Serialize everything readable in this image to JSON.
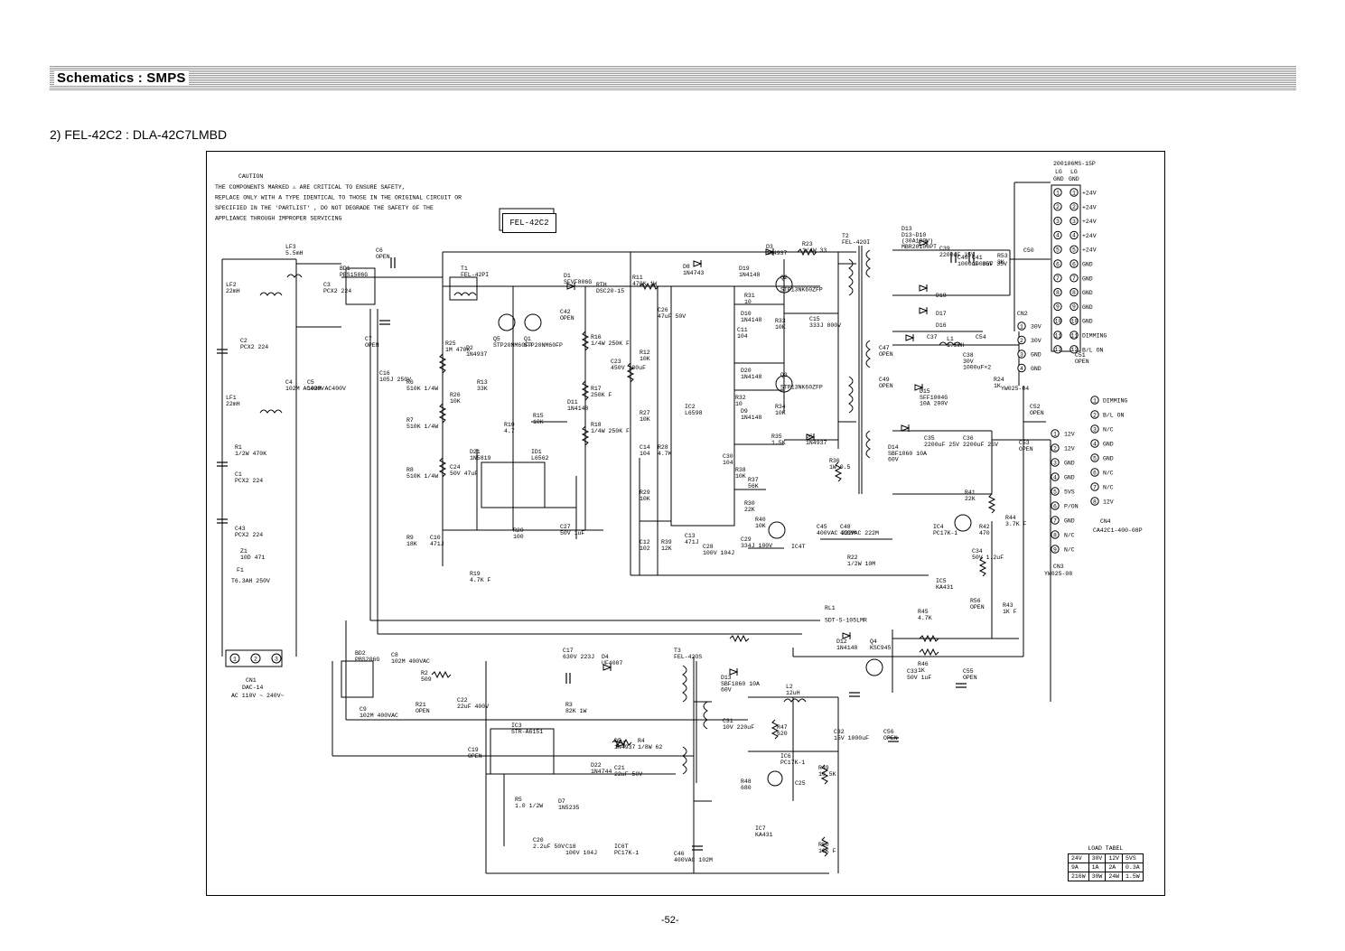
{
  "header": {
    "title": "Schematics : SMPS"
  },
  "subtitle": "2) FEL-42C2 : DLA-42C7LMBD",
  "page_number": "-52-",
  "caution": {
    "heading": "CAUTION",
    "lines": [
      "THE COMPONENTS MARKED ⚠ ARE CRITICAL TO ENSURE SAFETY,",
      "REPLACE ONLY WITH A TYPE IDENTICAL TO THOSE IN THE ORIGINAL CIRCUIT OR",
      "SPECIFIED IN THE 'PARTLIST' , DO NOT DEGRADE THE SAFETY OF THE",
      "APPLIANCE THROUGH IMPROPER SERVICING"
    ]
  },
  "model_box": "FEL-42C2",
  "input": {
    "connector": "CN1",
    "connector_part": "DAC-14",
    "voltage": "AC 110V ~ 240V~",
    "fuse": "F1",
    "fuse_rating": "T6.3AH 250V"
  },
  "components": [
    {
      "ref": "LF2",
      "value": "22mH"
    },
    {
      "ref": "LF1",
      "value": "22mH"
    },
    {
      "ref": "LF3",
      "value": "5.5mH"
    },
    {
      "ref": "C2",
      "value": "PCX2 224"
    },
    {
      "ref": "C1",
      "value": "PCX2 224"
    },
    {
      "ref": "C43",
      "value": "PCX2 224"
    },
    {
      "ref": "C4",
      "value": "102M AC400V"
    },
    {
      "ref": "C5",
      "value": "102M AC400V"
    },
    {
      "ref": "R1",
      "value": "1/2W 470K"
    },
    {
      "ref": "Z1",
      "value": "10D 471"
    },
    {
      "ref": "BD1",
      "value": "PBS1506G"
    },
    {
      "ref": "C6",
      "value": "OPEN"
    },
    {
      "ref": "C7",
      "value": "OPEN"
    },
    {
      "ref": "C3",
      "value": "PCX2 224"
    },
    {
      "ref": "T1",
      "value": "FEL-42PI"
    },
    {
      "ref": "Q5",
      "value": "STP20NM60FP"
    },
    {
      "ref": "Q1",
      "value": "STP20NM60FP"
    },
    {
      "ref": "D1",
      "value": "SFVF806G"
    },
    {
      "ref": "RTH",
      "value": "DSC20-15"
    },
    {
      "ref": "R11",
      "value": "470K 1W"
    },
    {
      "ref": "C42",
      "value": "OPEN"
    },
    {
      "ref": "R25",
      "value": "1M 470K"
    },
    {
      "ref": "D2",
      "value": "1N4937"
    },
    {
      "ref": "R6",
      "value": "510K 1/4W"
    },
    {
      "ref": "R7",
      "value": "510K 1/4W"
    },
    {
      "ref": "R8",
      "value": "510K 1/4W"
    },
    {
      "ref": "R9",
      "value": "18K"
    },
    {
      "ref": "C16",
      "value": "105J 250V"
    },
    {
      "ref": "C10",
      "value": "471J"
    },
    {
      "ref": "R19",
      "value": "4.7K F"
    },
    {
      "ref": "R13",
      "value": "33K"
    },
    {
      "ref": "R26",
      "value": "10K"
    },
    {
      "ref": "R10",
      "value": "4.7"
    },
    {
      "ref": "R15",
      "value": "10K"
    },
    {
      "ref": "ID1",
      "value": "L6562"
    },
    {
      "ref": "D21",
      "value": "1N5819"
    },
    {
      "ref": "C24",
      "value": "50V 47uF"
    },
    {
      "ref": "R20",
      "value": "100"
    },
    {
      "ref": "C27",
      "value": "50V 1uF"
    },
    {
      "ref": "R16",
      "value": "1/4W 250K F"
    },
    {
      "ref": "R17",
      "value": "250K F"
    },
    {
      "ref": "R18",
      "value": "1/4W 250K F"
    },
    {
      "ref": "D11",
      "value": "1N4148"
    },
    {
      "ref": "C23",
      "value": "450V 180uF"
    },
    {
      "ref": "R12",
      "value": "10K"
    },
    {
      "ref": "C26",
      "value": "47uF 50V"
    },
    {
      "ref": "D8",
      "value": "1N4743"
    },
    {
      "ref": "IC2",
      "value": "L6598"
    },
    {
      "ref": "D19",
      "value": "1N4148"
    },
    {
      "ref": "R31",
      "value": "10"
    },
    {
      "ref": "D10",
      "value": "1N4148"
    },
    {
      "ref": "D3",
      "value": "1N4937"
    },
    {
      "ref": "R23",
      "value": "1/4W 33"
    },
    {
      "ref": "Q2",
      "value": "STP13NK60ZFP"
    },
    {
      "ref": "Q3",
      "value": "STP13NK60ZFP"
    },
    {
      "ref": "R33",
      "value": "10K"
    },
    {
      "ref": "R34",
      "value": "10K"
    },
    {
      "ref": "C11",
      "value": "104"
    },
    {
      "ref": "C14",
      "value": "104"
    },
    {
      "ref": "C15",
      "value": "333J 800V"
    },
    {
      "ref": "D20",
      "value": "1N4148"
    },
    {
      "ref": "D9",
      "value": "1N4148"
    },
    {
      "ref": "R32",
      "value": "10"
    },
    {
      "ref": "R27",
      "value": "10K"
    },
    {
      "ref": "R28",
      "value": "4.7K"
    },
    {
      "ref": "R29",
      "value": "10K"
    },
    {
      "ref": "C12",
      "value": "102"
    },
    {
      "ref": "R39",
      "value": "12K"
    },
    {
      "ref": "C13",
      "value": "471J"
    },
    {
      "ref": "C28",
      "value": "100V 104J"
    },
    {
      "ref": "C30",
      "value": "104"
    },
    {
      "ref": "R38",
      "value": "10K"
    },
    {
      "ref": "R37",
      "value": "56K"
    },
    {
      "ref": "R35",
      "value": "1.5K"
    },
    {
      "ref": "D6",
      "value": "1N4937"
    },
    {
      "ref": "R36",
      "value": "1W 0.5"
    },
    {
      "ref": "R30",
      "value": "22K"
    },
    {
      "ref": "R40",
      "value": "10K"
    },
    {
      "ref": "C29",
      "value": "334J 100V"
    },
    {
      "ref": "IC4T",
      "value": ""
    },
    {
      "ref": "T2",
      "value": "FEL-42OI"
    },
    {
      "ref": "D13a",
      "value": "D13~D10 (30A100V) MBR20100PT"
    },
    {
      "ref": "C39",
      "value": "2200uF 35V"
    },
    {
      "ref": "C40",
      "value": "1000uF 35V"
    },
    {
      "ref": "C41",
      "value": "1000uF 35V"
    },
    {
      "ref": "R53",
      "value": "3K"
    },
    {
      "ref": "C50",
      "value": ""
    },
    {
      "ref": "D18",
      "value": ""
    },
    {
      "ref": "D17",
      "value": ""
    },
    {
      "ref": "D16",
      "value": ""
    },
    {
      "ref": "L1",
      "value": "1.5mH"
    },
    {
      "ref": "C37",
      "value": ""
    },
    {
      "ref": "C38",
      "value": "30V 1000uF×2"
    },
    {
      "ref": "C54",
      "value": ""
    },
    {
      "ref": "R24",
      "value": "1K"
    },
    {
      "ref": "C47",
      "value": "OPEN"
    },
    {
      "ref": "C49",
      "value": "OPEN"
    },
    {
      "ref": "D15",
      "value": "SFF1004G 10A 200V"
    },
    {
      "ref": "D14",
      "value": "SBF1060 10A 60V"
    },
    {
      "ref": "C35",
      "value": "2200uF 25V"
    },
    {
      "ref": "C36",
      "value": "2200uF 25V"
    },
    {
      "ref": "C53",
      "value": "OPEN"
    },
    {
      "ref": "C51",
      "value": "OPEN"
    },
    {
      "ref": "C52",
      "value": "OPEN"
    },
    {
      "ref": "C45",
      "value": "400VAC 222M"
    },
    {
      "ref": "C48",
      "value": "400VAC 222M"
    },
    {
      "ref": "R22",
      "value": "1/2W 10M"
    },
    {
      "ref": "R41",
      "value": "22K"
    },
    {
      "ref": "IC4",
      "value": "PC17K-1"
    },
    {
      "ref": "R42",
      "value": "470"
    },
    {
      "ref": "R44",
      "value": "3.7K F"
    },
    {
      "ref": "C34",
      "value": "50V 1.2uF"
    },
    {
      "ref": "IC5",
      "value": "KA431"
    },
    {
      "ref": "R56",
      "value": "OPEN"
    },
    {
      "ref": "R43",
      "value": "1K F"
    },
    {
      "ref": "RL1",
      "value": "SDT-S-105LMR"
    },
    {
      "ref": "D12",
      "value": "1N4148"
    },
    {
      "ref": "Q4",
      "value": "KSC945"
    },
    {
      "ref": "R45",
      "value": "4.7K"
    },
    {
      "ref": "R46",
      "value": "1K"
    },
    {
      "ref": "C33",
      "value": "50V 1uF"
    },
    {
      "ref": "C55",
      "value": "OPEN"
    },
    {
      "ref": "BD2",
      "value": "PBS206G"
    },
    {
      "ref": "C8",
      "value": "102M 400VAC"
    },
    {
      "ref": "R2",
      "value": "509"
    },
    {
      "ref": "C9",
      "value": "102M 400VAC"
    },
    {
      "ref": "R21",
      "value": "OPEN"
    },
    {
      "ref": "C22",
      "value": "22uF 400V"
    },
    {
      "ref": "C17",
      "value": "630V 223J"
    },
    {
      "ref": "D4",
      "value": "UF4007"
    },
    {
      "ref": "R3",
      "value": "82K 1W"
    },
    {
      "ref": "T3",
      "value": "FEL-42OS"
    },
    {
      "ref": "IC3",
      "value": "STR-A6151"
    },
    {
      "ref": "C19",
      "value": "OPEN"
    },
    {
      "ref": "D5",
      "value": "1N4937"
    },
    {
      "ref": "R4",
      "value": "1/8W 62"
    },
    {
      "ref": "D22",
      "value": "1N4744"
    },
    {
      "ref": "C21",
      "value": "22uF 50V"
    },
    {
      "ref": "R5",
      "value": "1.0 1/2W"
    },
    {
      "ref": "D7",
      "value": "1N5235"
    },
    {
      "ref": "C20",
      "value": "2.2uF 50V"
    },
    {
      "ref": "C18",
      "value": "100V 104J"
    },
    {
      "ref": "IC6T",
      "value": "PC17K-1"
    },
    {
      "ref": "C46",
      "value": "400VAC 102M"
    },
    {
      "ref": "D13",
      "value": "SBF1060 10A 60V"
    },
    {
      "ref": "L2",
      "value": "12uH"
    },
    {
      "ref": "C31",
      "value": "10V 220uF"
    },
    {
      "ref": "R47",
      "value": "620"
    },
    {
      "ref": "IC6",
      "value": "PC17K-1"
    },
    {
      "ref": "R48",
      "value": "680"
    },
    {
      "ref": "C25",
      "value": ""
    },
    {
      "ref": "IC7",
      "value": "KA431"
    },
    {
      "ref": "R49",
      "value": "10.5K"
    },
    {
      "ref": "R50",
      "value": "10K F"
    },
    {
      "ref": "C32",
      "value": "15V 1000uF"
    },
    {
      "ref": "C56",
      "value": "OPEN"
    }
  ],
  "connector_lg": {
    "name": "200106MS-15P",
    "col_labels": [
      "LG",
      "LG"
    ],
    "col_sub": [
      "GND",
      "GND"
    ],
    "pins": [
      {
        "n": "1",
        "label": "+24V"
      },
      {
        "n": "2",
        "label": "+24V"
      },
      {
        "n": "3",
        "label": "+24V"
      },
      {
        "n": "4",
        "label": "+24V"
      },
      {
        "n": "5",
        "label": "+24V"
      },
      {
        "n": "6",
        "label": "GND"
      },
      {
        "n": "7",
        "label": "GND"
      },
      {
        "n": "8",
        "label": "GND"
      },
      {
        "n": "9",
        "label": "GND"
      },
      {
        "n": "10",
        "label": "GND"
      },
      {
        "n": "11",
        "label": "DIMMING"
      },
      {
        "n": "12",
        "label": "B/L ON"
      }
    ]
  },
  "connector_cn2": {
    "name": "CN2",
    "part": "YW025-04",
    "pins": [
      {
        "n": "1",
        "label": "30V"
      },
      {
        "n": "2",
        "label": "30V"
      },
      {
        "n": "3",
        "label": "GND"
      },
      {
        "n": "4",
        "label": "GND"
      }
    ]
  },
  "connector_cn4": {
    "name": "CN4",
    "part": "CA42C1-400-08P",
    "pins": [
      {
        "n": "1",
        "label": "DIMMING"
      },
      {
        "n": "2",
        "label": "B/L ON"
      },
      {
        "n": "3",
        "label": "N/C"
      },
      {
        "n": "4",
        "label": "GND"
      },
      {
        "n": "5",
        "label": "GND"
      },
      {
        "n": "6",
        "label": "N/C"
      },
      {
        "n": "7",
        "label": "N/C"
      },
      {
        "n": "8",
        "label": "12V"
      }
    ]
  },
  "connector_cn3": {
    "name": "CN3",
    "part": "YW025-08",
    "pins": [
      {
        "n": "1",
        "label": "12V"
      },
      {
        "n": "2",
        "label": "12V"
      },
      {
        "n": "3",
        "label": "GND"
      },
      {
        "n": "4",
        "label": "GND"
      },
      {
        "n": "5",
        "label": "5VS"
      },
      {
        "n": "6",
        "label": "P/ON"
      },
      {
        "n": "7",
        "label": "GND"
      },
      {
        "n": "8",
        "label": "N/C"
      },
      {
        "n": "9",
        "label": "N/C"
      }
    ]
  },
  "load_table": {
    "title": "LOAD TABEL",
    "rows": [
      [
        "24V",
        "30V",
        "12V",
        "5VS"
      ],
      [
        "9A",
        "1A",
        "2A",
        "0.3A"
      ],
      [
        "216W",
        "30W",
        "24W",
        "1.5W"
      ]
    ]
  }
}
